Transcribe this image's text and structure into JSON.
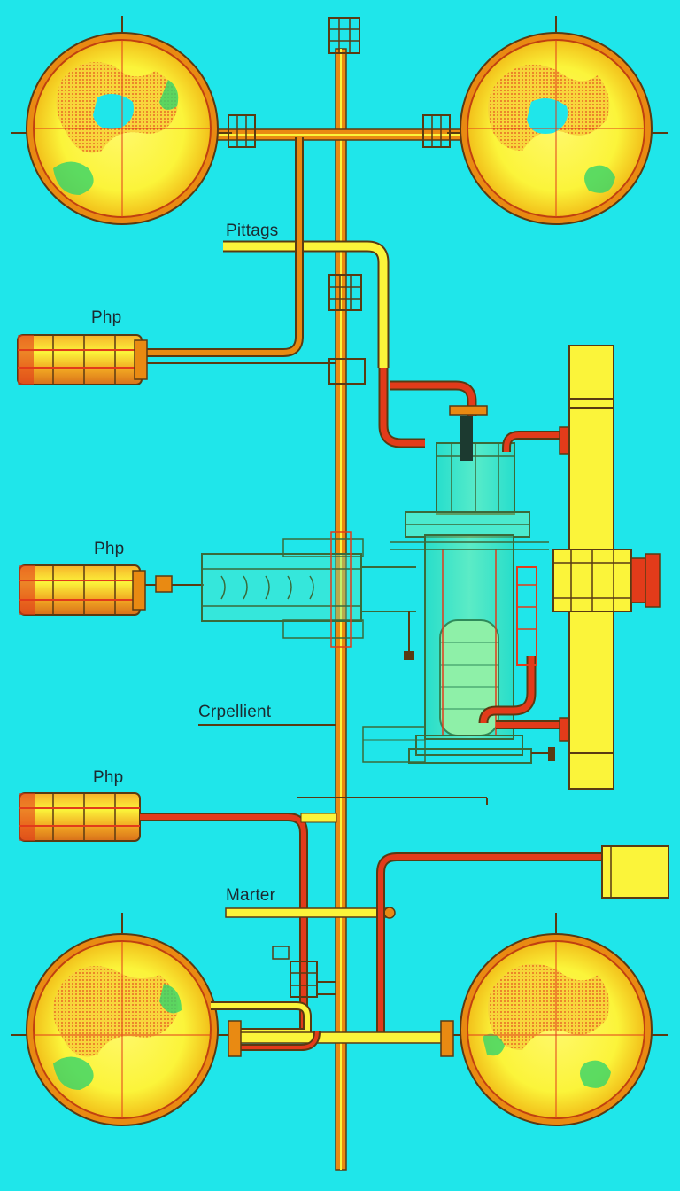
{
  "labels": {
    "pittags": "Pittags",
    "pump_top": "Php",
    "pump_mid": "Php",
    "pump_bottom": "Php",
    "crpellient": "Crpellient",
    "marter": "Marter"
  },
  "colors": {
    "background": "#1fe6ea",
    "pipe_red": "#e23b1a",
    "pipe_orange": "#e98a12",
    "yellow": "#fbf43a",
    "green": "#35d46a",
    "outline": "#5a3a12",
    "label_text": "#1c2a30"
  },
  "icons": {
    "globe": "world-map-globe-icon",
    "pump": "cylindrical-pump-icon",
    "tank": "vertical-yellow-tank-icon",
    "reactor": "central-reactor-vessel-icon",
    "valve": "valve-grid-icon"
  }
}
